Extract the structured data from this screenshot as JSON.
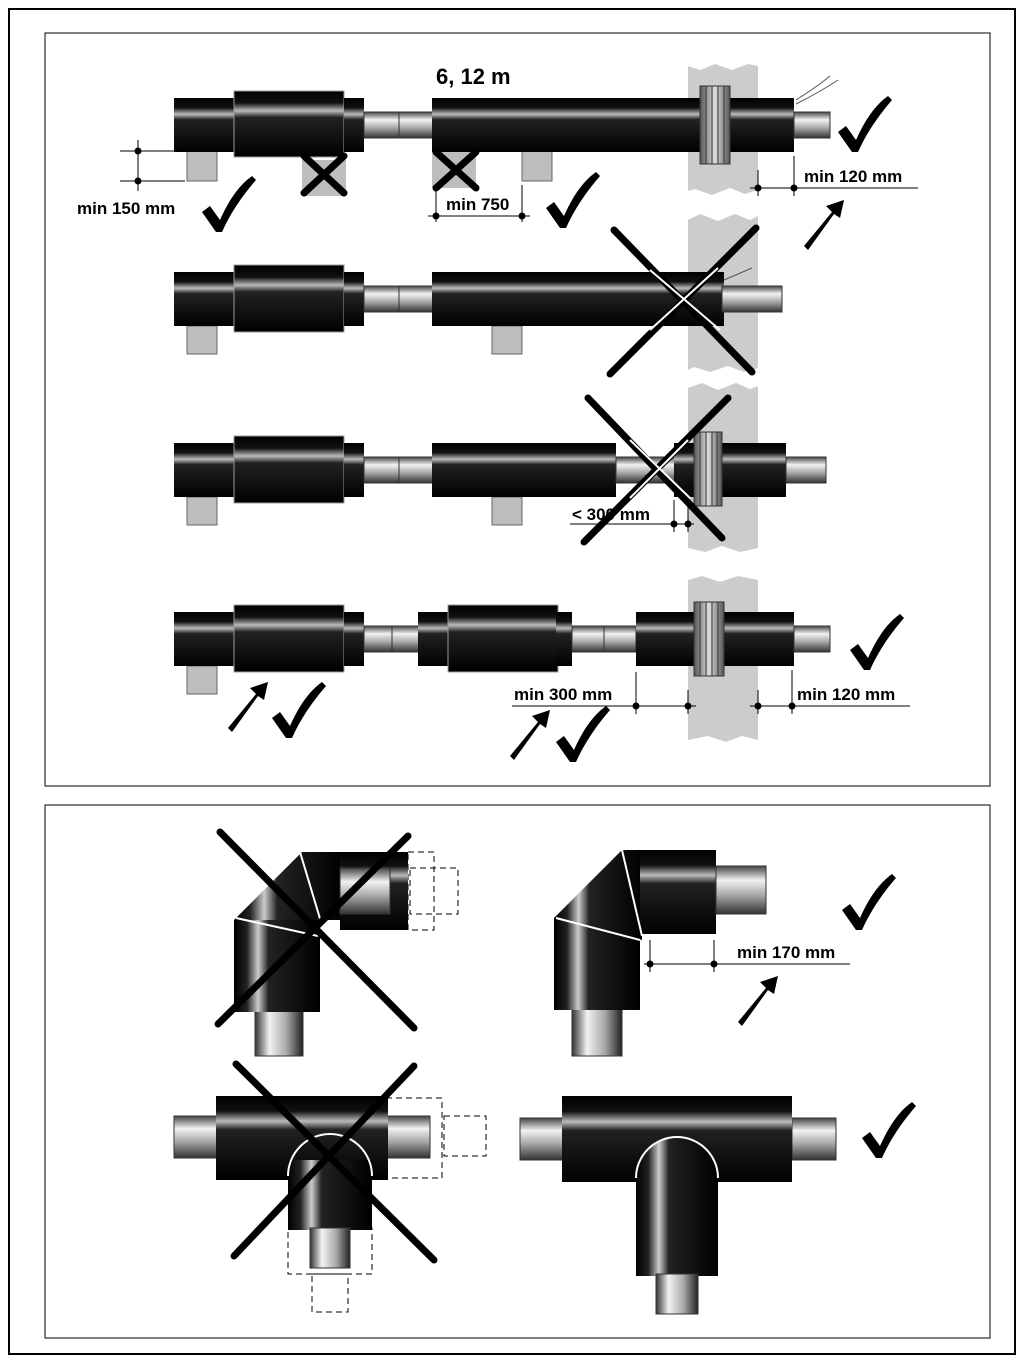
{
  "top_panel": {
    "title": "6, 12 m",
    "labels": {
      "min_150": "min 150 mm",
      "min_750": "min 750",
      "min_120_a": "min 120 mm",
      "lt_300": "< 300 mm",
      "min_300": "min 300 mm",
      "min_120_b": "min 120 mm"
    }
  },
  "bottom_panel": {
    "labels": {
      "min_170": "min 170 mm"
    }
  },
  "colors": {
    "pipe": "#000000",
    "wall": "#cccccc",
    "support": "#bdbdbd",
    "border": "#000000"
  }
}
